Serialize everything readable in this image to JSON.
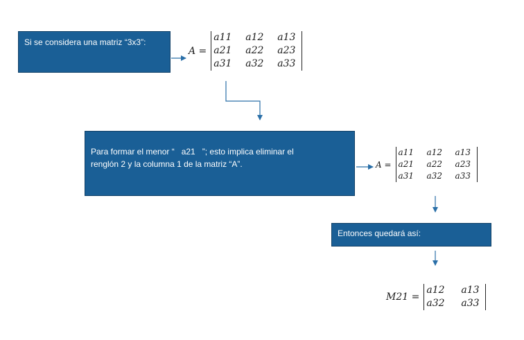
{
  "step1": {
    "text": "Si se considera una matriz “3x3”:"
  },
  "step2": {
    "line1_a": "Para formar el menor “",
    "line1_term": "a21",
    "line1_b": "”; esto implica eliminar el",
    "line2": "renglón 2 y la columna 1 de la matriz “A”."
  },
  "step3": {
    "text": "Entonces quedará así:"
  },
  "matrix_a": {
    "lhs": "A =",
    "rows": [
      [
        "a11",
        "a12",
        "a13"
      ],
      [
        "a21",
        "a22",
        "a23"
      ],
      [
        "a31",
        "a32",
        "a33"
      ]
    ]
  },
  "matrix_a_repeat": {
    "lhs": "A =",
    "rows": [
      [
        "a11",
        "a12",
        "a13"
      ],
      [
        "a21",
        "a22",
        "a23"
      ],
      [
        "a31",
        "a32",
        "a33"
      ]
    ]
  },
  "minor": {
    "lhs": "M21 =",
    "rows": [
      [
        "a12",
        "a13"
      ],
      [
        "a32",
        "a33"
      ]
    ]
  },
  "colors": {
    "box_fill": "#1a5f96",
    "box_border": "#0f3f66",
    "arrow": "#2a6fa8"
  }
}
